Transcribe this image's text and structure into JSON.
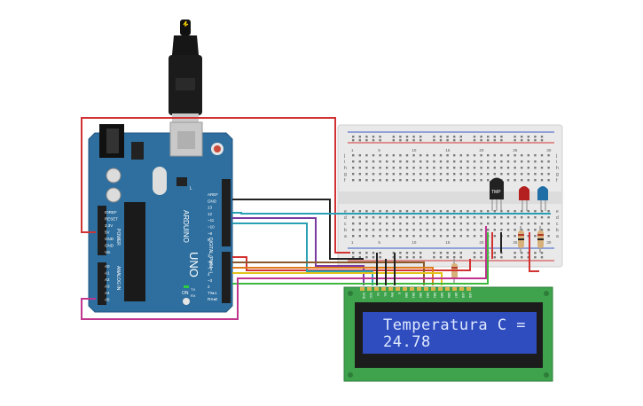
{
  "arduino": {
    "brand": "ARDUINO",
    "model": "UNO",
    "on_label": "ON",
    "power_header_label": "POWER",
    "analog_header_label": "ANALOG IN",
    "digital_header_label": "DIGITAL (PWM ~)",
    "power_pins": [
      "IOREF",
      "RESET",
      "3.3V",
      "5V",
      "GND",
      "GND",
      "Vin"
    ],
    "analog_pins": [
      "A0",
      "A1",
      "A2",
      "A3",
      "A4",
      "A5"
    ],
    "digital_pins_top": [
      "AREF",
      "GND",
      "13",
      "12",
      "~11",
      "~10",
      "~9",
      "8"
    ],
    "digital_pins_bottom": [
      "7",
      "~6",
      "~5",
      "4",
      "~3",
      "2",
      "TX▸1",
      "RX◂0"
    ],
    "tx_label": "TX",
    "rx_label": "RX",
    "l_label": "L"
  },
  "breadboard": {
    "column_numbers": [
      "1",
      "5",
      "10",
      "15",
      "20",
      "25",
      "30"
    ],
    "row_letters_top": [
      "j",
      "i",
      "h",
      "g",
      "f"
    ],
    "row_letters_bottom": [
      "e",
      "d",
      "c",
      "b",
      "a"
    ]
  },
  "sensor": {
    "label": "TMP"
  },
  "lcd": {
    "line1": "Temperatura C =",
    "line2": "24.78",
    "pin_labels": [
      "GND",
      "VCC",
      "V0",
      "RS",
      "RW",
      "E",
      "DB0",
      "DB1",
      "DB2",
      "DB3",
      "DB4",
      "DB5",
      "DB6",
      "DB7",
      "LED",
      "LED"
    ]
  },
  "colors": {
    "board_blue": "#2d6e9e",
    "breadboard": "#e8e8e8",
    "lcd_green": "#3fa34d",
    "lcd_screen": "#2f4dbf",
    "wire_red": "#d13232",
    "wire_black": "#222222",
    "wire_teal": "#2aa0b5",
    "wire_purple": "#7a3aa0",
    "wire_orange": "#e07a1a",
    "wire_yellow": "#e0c21a",
    "wire_green": "#3dba3d",
    "wire_magenta": "#c0368f",
    "wire_brown": "#8a5a2b"
  }
}
